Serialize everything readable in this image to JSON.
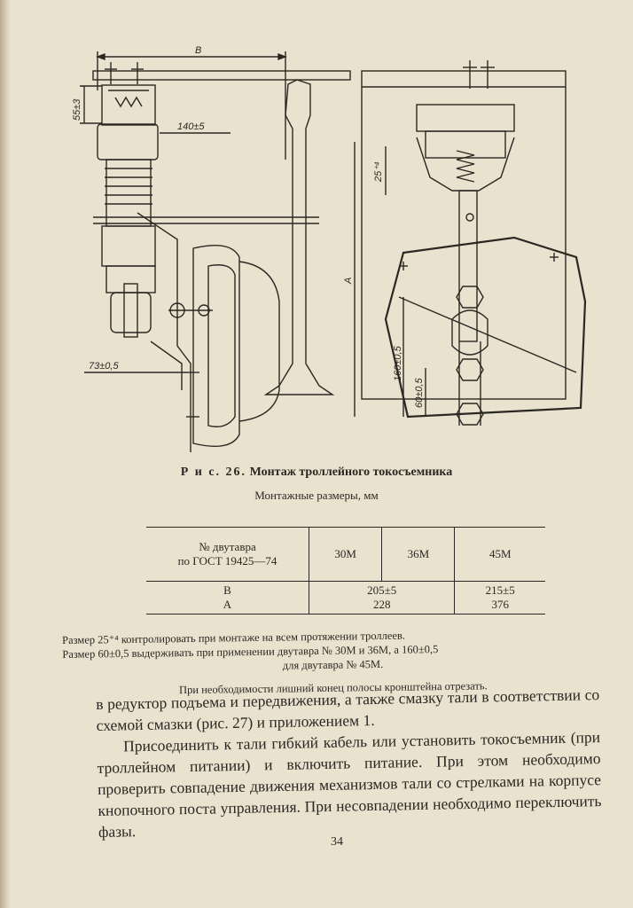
{
  "figure": {
    "dimensions": {
      "b": "B",
      "d55": "55±3",
      "d140": "140±5",
      "d73": "73±0,5",
      "d25": "25⁺⁴",
      "a": "A",
      "d160": "160±0,5",
      "d60": "60±0,5"
    }
  },
  "caption": {
    "label": "Р и с. 26.",
    "title": "Монтаж троллейного токосъемника",
    "subtitle": "Монтажные размеры, мм"
  },
  "table": {
    "header_label_line1": "№ двутавра",
    "header_label_line2": "по ГОСТ 19425—74",
    "columns": [
      "30М",
      "36М",
      "45М"
    ],
    "row_label_b": "В",
    "row_label_a": "А",
    "b_30_36": "205±5",
    "a_30_36": "228",
    "b_45": "215±5",
    "a_45": "376"
  },
  "notes": {
    "line1": "Размер 25⁺⁴ контролировать при монтаже на всем протяжении троллеев.",
    "line2": "Размер 60±0,5 выдерживать при применении двутавра № 30М и 36М, а 160±0,5",
    "line3": "для двутавра № 45М.",
    "line4": "При необходимости лишний конец полосы кронштейна отрезать."
  },
  "body": {
    "paragraph1": "в редуктор подъема и передвижения, а также смазку тали в соответствии со схемой смазки (рис. 27) и приложением 1.",
    "paragraph2": "Присоединить к тали гибкий кабель или установить токосъемник (при троллейном питании) и включить питание. При этом необходимо проверить совпадение движения механизмов тали со стрелками на корпусе кнопочного поста управления. При несовпадении необходимо переключить фазы."
  },
  "page_number": "34"
}
